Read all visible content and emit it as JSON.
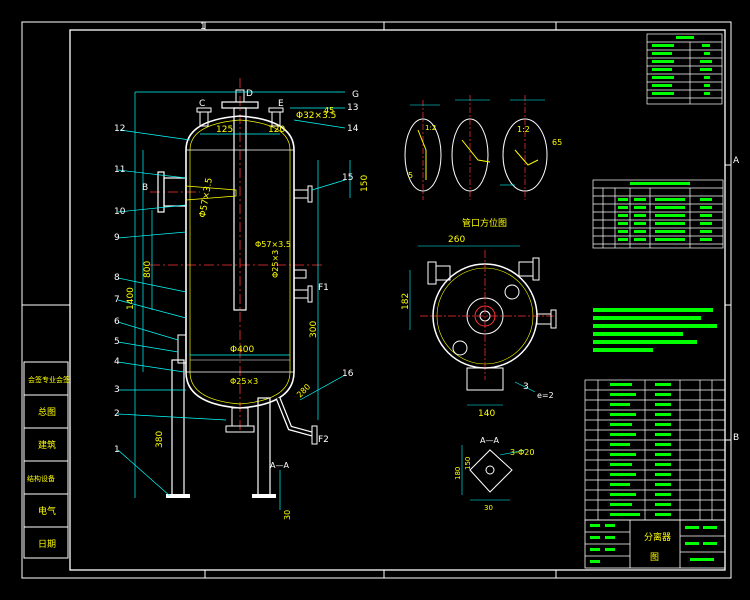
{
  "drawing": {
    "zone_labels": {
      "top": "1",
      "side_a": "A",
      "side_b": "B"
    },
    "left_stamp": [
      "会签专业会签",
      "总图",
      "建筑",
      "结构设备",
      "电气",
      "日期"
    ],
    "main_view": {
      "part_numbers": [
        "12",
        "11",
        "10",
        "9",
        "8",
        "7",
        "6",
        "5",
        "4",
        "3",
        "2",
        "1",
        "13",
        "14",
        "15",
        "16"
      ],
      "nozzle_letters": {
        "c": "C",
        "d": "D",
        "e": "E",
        "b": "B",
        "f1": "F1",
        "f2": "F2",
        "g": "G"
      },
      "dims": {
        "d125": "125",
        "d120": "120",
        "pipe_top": "Φ32×3.5",
        "d45": "45",
        "d150": "150",
        "pipe_side": "Φ57×3.5",
        "pipe_mid": "Φ57×3.5",
        "pipe_f1": "Φ25×3",
        "d800": "800",
        "d1400": "1400",
        "d300": "300",
        "dia400": "Φ400",
        "pipe_bottom": "Φ25×3",
        "d280": "280",
        "d380": "380",
        "d30": "30",
        "section_aa": "A—A"
      }
    },
    "detail_top": {
      "ratio1": "1:2",
      "ratio2": "1:2",
      "d65": "65",
      "d5": "5"
    },
    "orientation_view": {
      "title": "管口方位图",
      "d260": "260",
      "d182": "182",
      "d140": "140",
      "leader": "3",
      "leader_sub": "e=2"
    },
    "section_view": {
      "label": "A—A",
      "leader": "3-Φ20",
      "d150": "150",
      "d180": "180",
      "d30": "30"
    },
    "title_block": {
      "name": "分离器",
      "sub": "图"
    }
  },
  "colors": {
    "frame": "#ffffff",
    "outline": "#ffffff",
    "dim": "#00ffff",
    "center": "#ff3333",
    "text": "#ffff00",
    "note": "#00ff00",
    "table": "#00ff00"
  }
}
